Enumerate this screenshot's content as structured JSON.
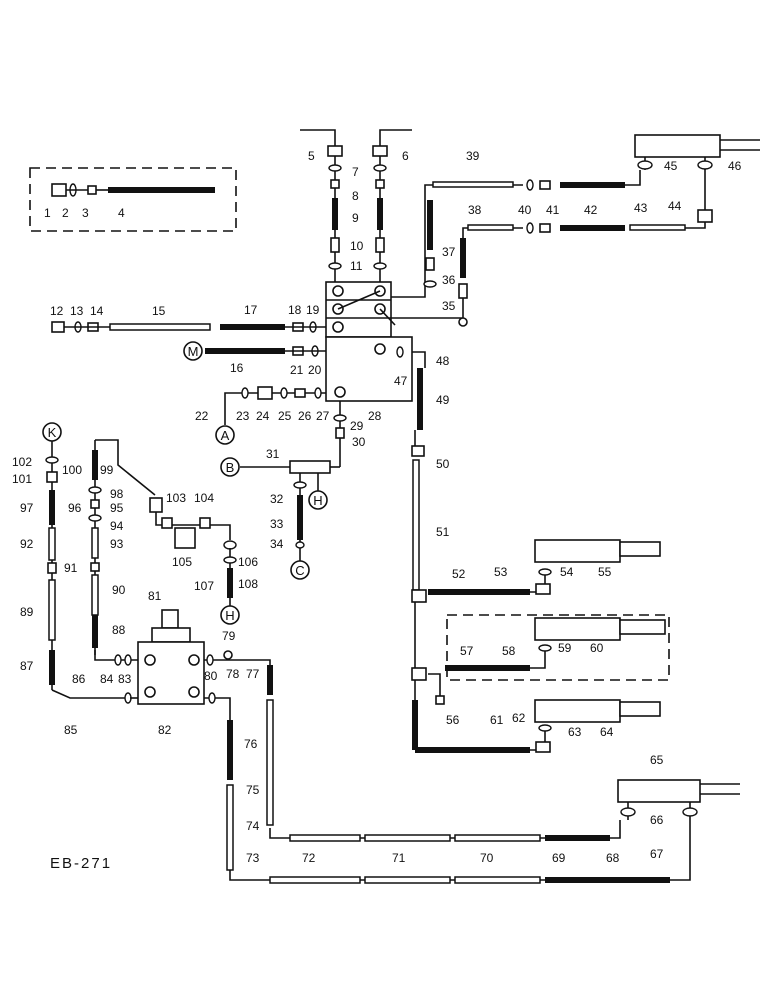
{
  "diagram_code": "EB-271",
  "part_numbers": [
    "1",
    "2",
    "3",
    "4",
    "5",
    "6",
    "7",
    "8",
    "9",
    "10",
    "11",
    "12",
    "13",
    "14",
    "15",
    "16",
    "17",
    "18",
    "19",
    "20",
    "21",
    "22",
    "23",
    "24",
    "25",
    "26",
    "27",
    "28",
    "29",
    "30",
    "31",
    "32",
    "33",
    "34",
    "35",
    "36",
    "37",
    "38",
    "39",
    "40",
    "41",
    "42",
    "43",
    "44",
    "45",
    "46",
    "47",
    "48",
    "49",
    "50",
    "51",
    "52",
    "53",
    "54",
    "55",
    "56",
    "57",
    "58",
    "59",
    "60",
    "61",
    "62",
    "63",
    "64",
    "65",
    "66",
    "67",
    "68",
    "69",
    "70",
    "71",
    "72",
    "73",
    "74",
    "75",
    "76",
    "77",
    "78",
    "79",
    "80",
    "81",
    "82",
    "83",
    "84",
    "85",
    "86",
    "87",
    "88",
    "89",
    "90",
    "91",
    "92",
    "93",
    "94",
    "95",
    "96",
    "97",
    "98",
    "99",
    "100",
    "101",
    "102",
    "103",
    "104",
    "105",
    "106",
    "107",
    "108"
  ],
  "connection_refs": [
    "M",
    "A",
    "B",
    "H",
    "C",
    "K",
    "H"
  ]
}
